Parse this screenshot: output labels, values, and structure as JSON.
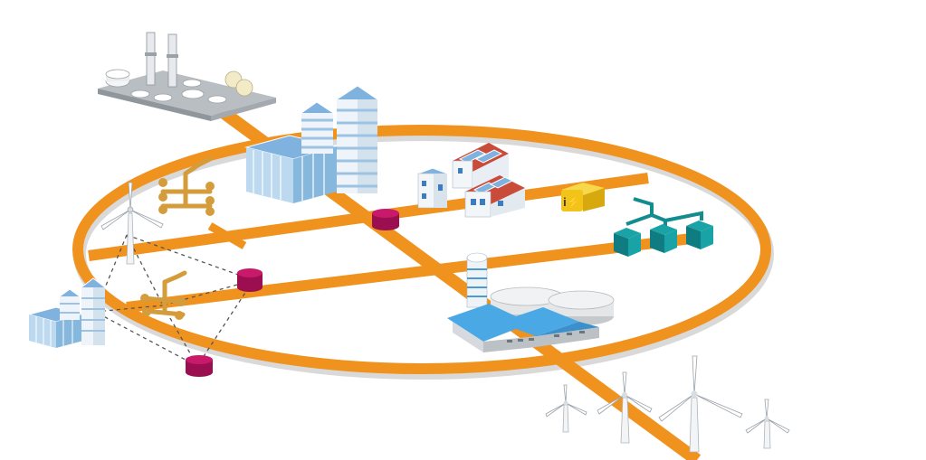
{
  "diagram": {
    "nodes": [
      {
        "id": "power-plant",
        "icon": "power-plant-icon"
      },
      {
        "id": "office-buildings-center",
        "icon": "office-building-icon"
      },
      {
        "id": "residential-houses",
        "icon": "house-solar-icon"
      },
      {
        "id": "charging-station",
        "icon": "ev-charging-icon"
      },
      {
        "id": "battery-storage-units",
        "icon": "battery-storage-icon"
      },
      {
        "id": "industrial-site",
        "icon": "factory-icon"
      },
      {
        "id": "office-buildings-left",
        "icon": "office-building-icon"
      },
      {
        "id": "wind-turbine-ring",
        "icon": "wind-turbine-icon"
      },
      {
        "id": "wind-farm",
        "icon": "wind-turbine-icon"
      },
      {
        "id": "storage-node-a",
        "icon": "energy-storage-icon"
      },
      {
        "id": "storage-node-b",
        "icon": "energy-storage-icon"
      },
      {
        "id": "storage-node-c",
        "icon": "energy-storage-icon"
      },
      {
        "id": "valve-hub-top",
        "icon": "valve-hub-icon"
      },
      {
        "id": "valve-hub-left",
        "icon": "valve-hub-icon"
      }
    ],
    "colors": {
      "grid_line": "#f0921e",
      "storage": "#c8196a",
      "battery": "#1aa3a6",
      "valve": "#d49c3a",
      "solar_panel": "#7fb2df"
    },
    "charging_station_symbol": "i⚡"
  }
}
